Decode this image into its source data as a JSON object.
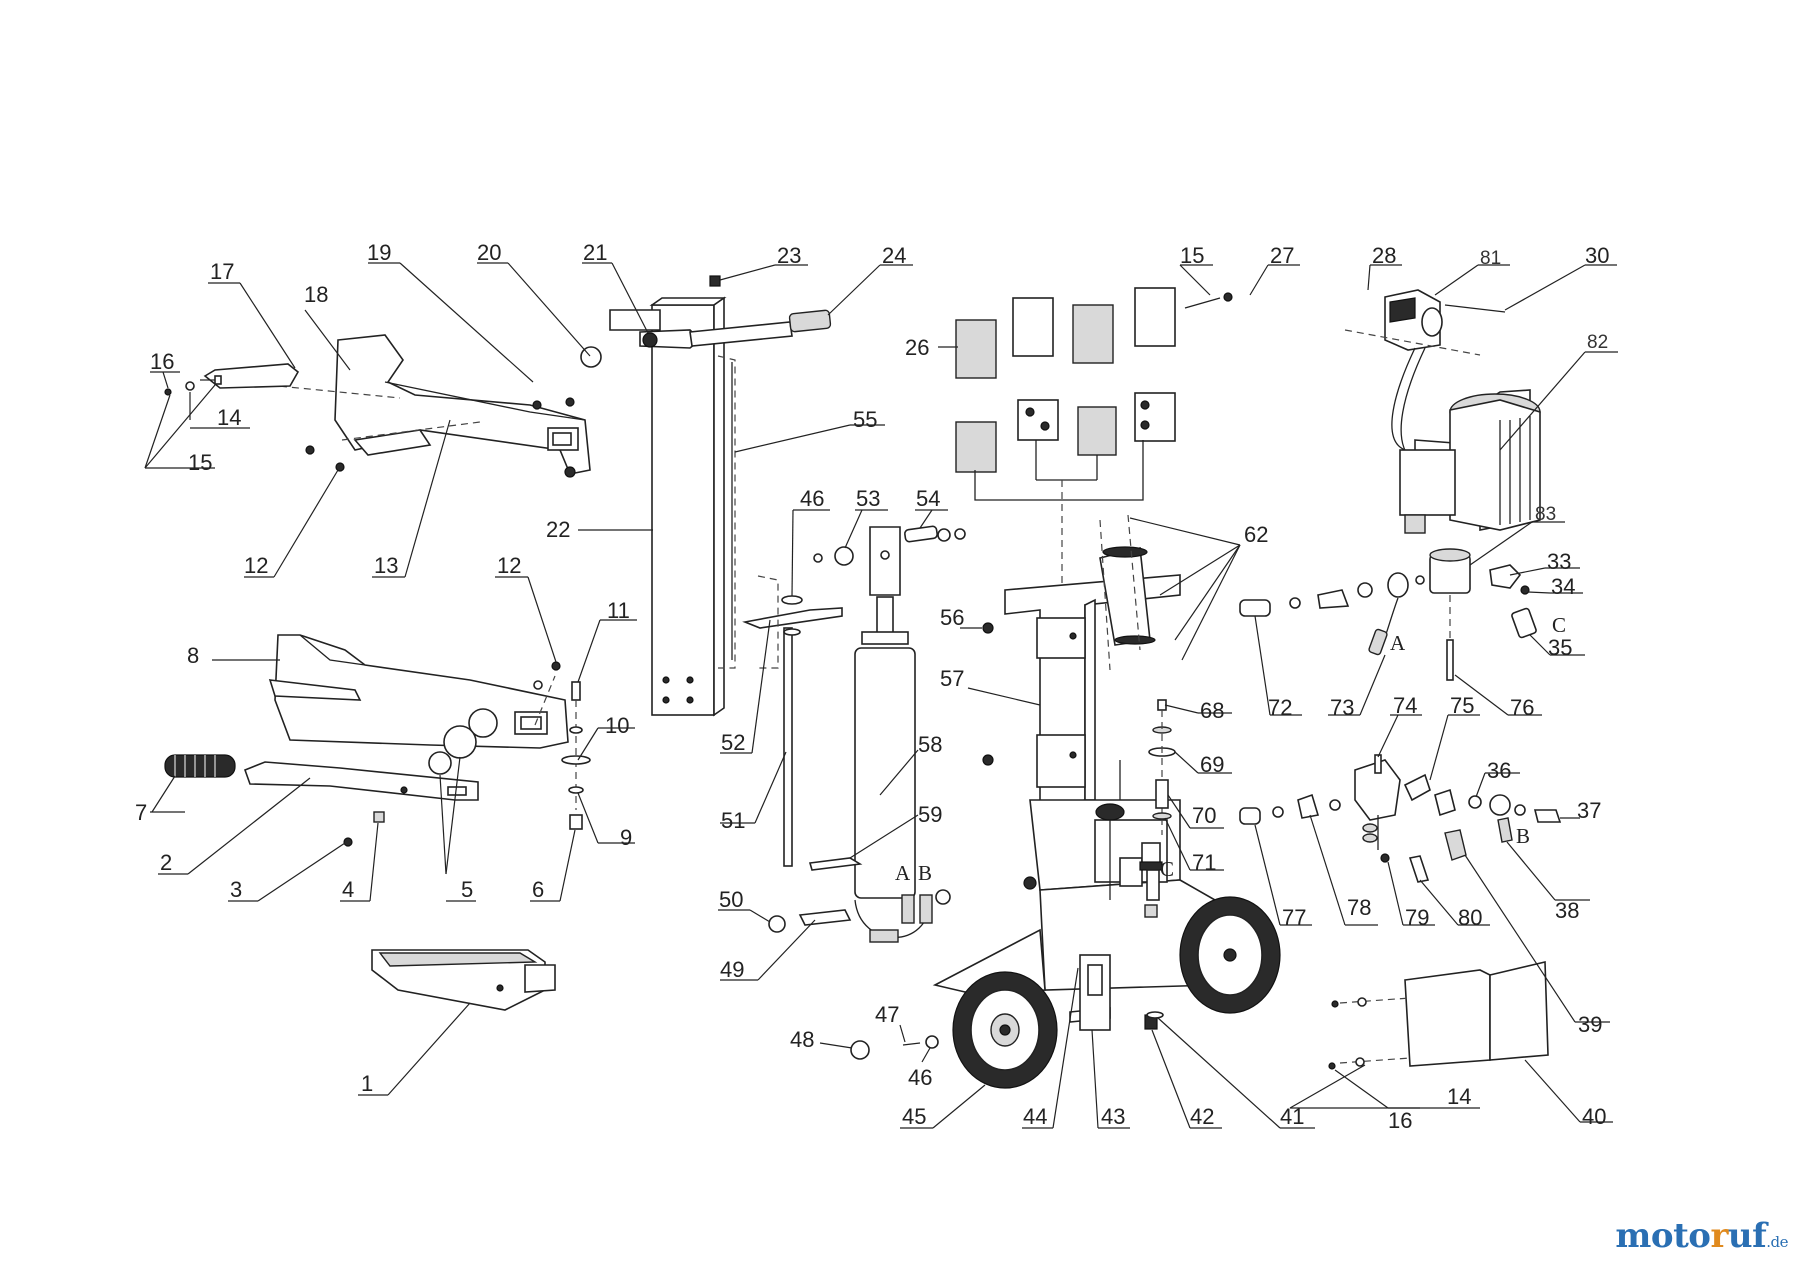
{
  "brand": {
    "part1": "moto",
    "part2": "r",
    "part3": "uf",
    "suffix": ".de",
    "colors": {
      "blue": "#2a6fb3",
      "orange": "#e08a1e"
    }
  },
  "callouts": [
    "1",
    "2",
    "3",
    "4",
    "5",
    "6",
    "7",
    "8",
    "9",
    "10",
    "11",
    "12",
    "12",
    "13",
    "14",
    "14",
    "15",
    "15",
    "15",
    "16",
    "16",
    "17",
    "18",
    "19",
    "20",
    "21",
    "22",
    "23",
    "24",
    "26",
    "27",
    "28",
    "30",
    "33",
    "34",
    "35",
    "36",
    "37",
    "38",
    "39",
    "40",
    "41",
    "42",
    "43",
    "44",
    "45",
    "46",
    "46",
    "47",
    "48",
    "49",
    "50",
    "51",
    "52",
    "53",
    "54",
    "55",
    "56",
    "57",
    "58",
    "59",
    "62",
    "68",
    "69",
    "70",
    "71",
    "72",
    "73",
    "74",
    "75",
    "76",
    "77",
    "78",
    "79",
    "80",
    "81",
    "82",
    "83"
  ],
  "connection_marks": [
    "A",
    "B",
    "A",
    "B",
    "C",
    "C",
    "A",
    "B"
  ]
}
